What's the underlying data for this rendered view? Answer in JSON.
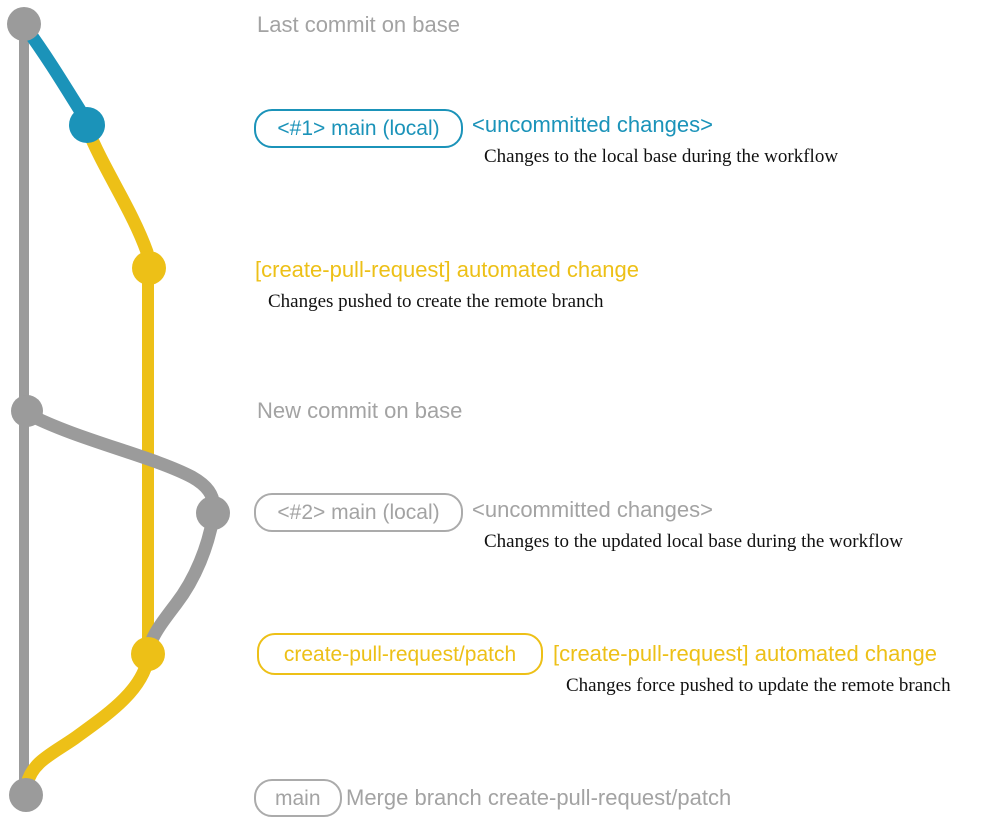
{
  "colors": {
    "background": "#ffffff",
    "gray": "#9b9b9b",
    "gray_text": "#a3a3a3",
    "gray_border": "#ababab",
    "blue": "#1b93b9",
    "yellow": "#edc017",
    "desc_text": "#111111"
  },
  "graph": {
    "branches": [
      {
        "name": "base",
        "color_key": "gray"
      },
      {
        "name": "main-local",
        "color_key": "blue"
      },
      {
        "name": "create-pull-request-patch",
        "color_key": "yellow"
      }
    ],
    "commits": [
      {
        "id": "last-commit-on-base",
        "branch": "base"
      },
      {
        "id": "main-local-1",
        "branch": "main-local"
      },
      {
        "id": "automated-change-1",
        "branch": "create-pull-request-patch"
      },
      {
        "id": "new-commit-on-base",
        "branch": "base"
      },
      {
        "id": "main-local-2",
        "branch": "base"
      },
      {
        "id": "automated-change-2",
        "branch": "create-pull-request-patch"
      },
      {
        "id": "merge-commit",
        "branch": "base"
      }
    ]
  },
  "annotations": {
    "last_commit": "Last commit on base",
    "row1": {
      "branch_label": "<#1> main (local)",
      "title": "<uncommitted changes>",
      "description": "Changes to the local base during the workflow"
    },
    "row2": {
      "title": "[create-pull-request] automated change",
      "description": "Changes pushed to create the remote branch"
    },
    "new_commit": "New commit on base",
    "row3": {
      "branch_label": "<#2> main (local)",
      "title": "<uncommitted changes>",
      "description": "Changes to the updated local base during the workflow"
    },
    "row4": {
      "branch_label": "create-pull-request/patch",
      "title": "[create-pull-request] automated change",
      "description": "Changes force pushed to update the remote branch"
    },
    "bottom": {
      "branch_label": "main",
      "title": "Merge branch create-pull-request/patch"
    }
  }
}
